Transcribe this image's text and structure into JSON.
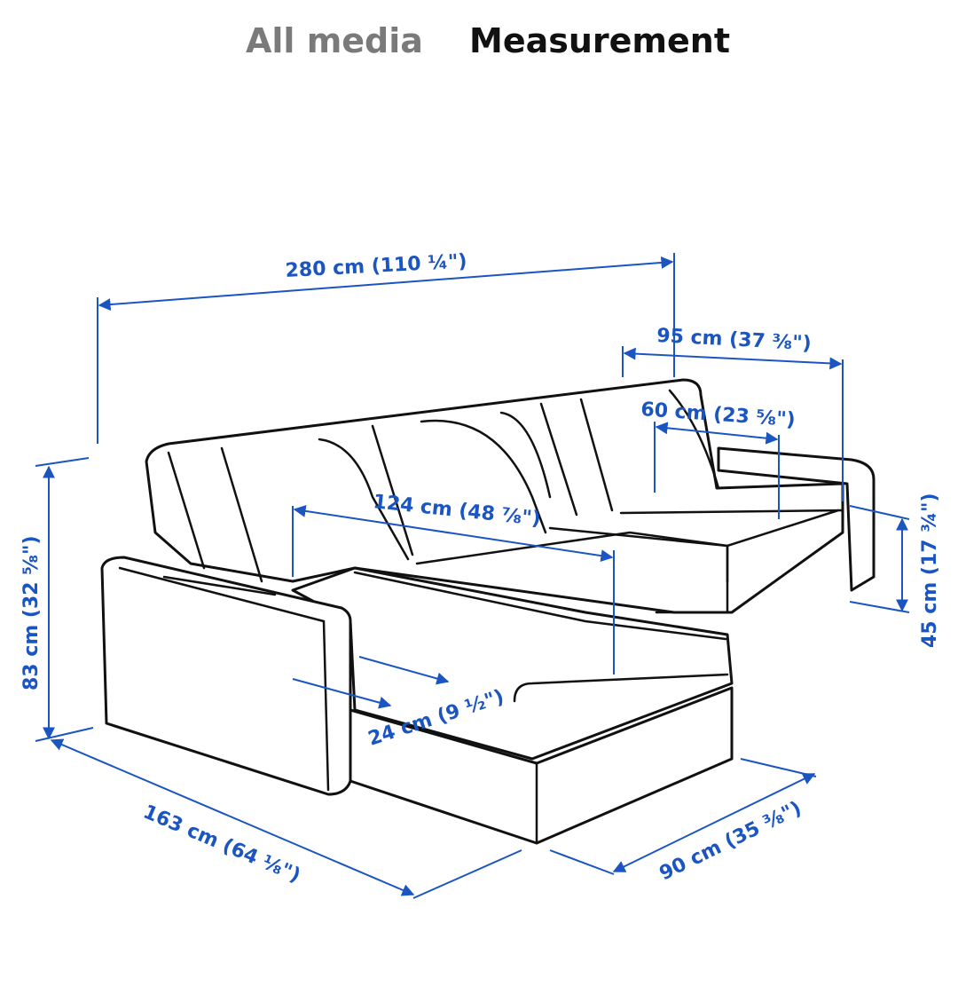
{
  "tabs": [
    {
      "label": "All media",
      "active": false
    },
    {
      "label": "Measurement",
      "active": true
    }
  ],
  "diagram": {
    "accent_color": "#1a55c2",
    "dimensions": {
      "total_width": "280 cm (110 ¼\")",
      "armrest_section_width": "95 cm (37 ⅜\")",
      "seat_depth": "60 cm (23 ⅝\")",
      "chaise_seat_length": "124 cm (48 ⅞\")",
      "seat_height": "45 cm (17 ¾\")",
      "total_height": "83 cm (32 ⅝\")",
      "armrest_width": "24 cm (9 ½\")",
      "chaise_depth": "163 cm (64 ⅛\")",
      "chaise_width": "90 cm (35 ⅜\")"
    }
  }
}
